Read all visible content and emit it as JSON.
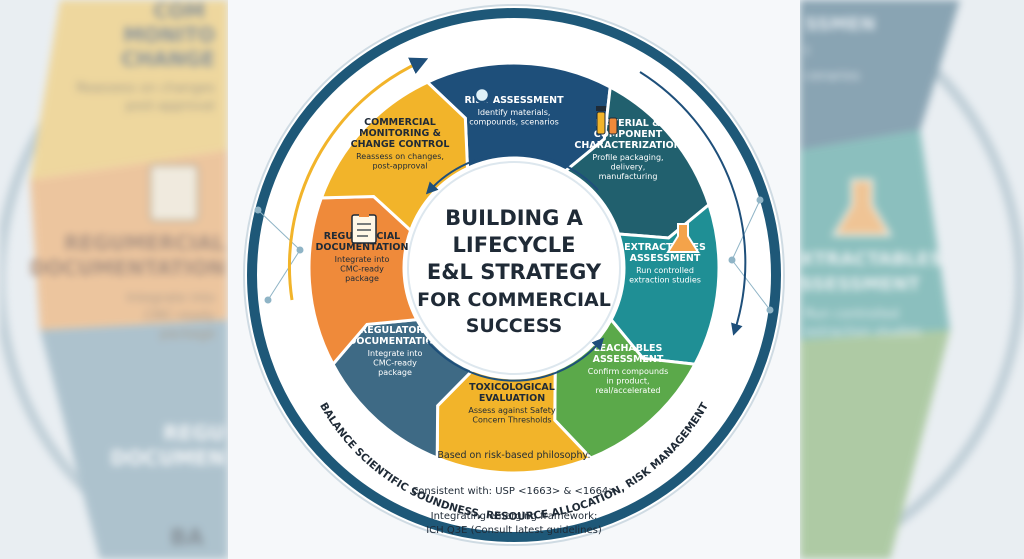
{
  "title": {
    "line1": "BUILDING A",
    "line2": "LIFECYCLE",
    "line3": "E&L STRATEGY",
    "line4": "FOR COMMERCIAL",
    "line5": "SUCCESS"
  },
  "segments": [
    {
      "title": [
        "RISK ASSESSMENT"
      ],
      "desc": [
        "Identify materials,",
        "compounds, scenarios"
      ]
    },
    {
      "title": [
        "MATERIAL &",
        "COMPONENT",
        "CHARACTERIZATION"
      ],
      "desc": [
        "Profile packaging,",
        "delivery,",
        "manufacturing"
      ]
    },
    {
      "title": [
        "EXTRACTABLES",
        "ASSESSMENT"
      ],
      "desc": [
        "Run controlled",
        "extraction studies"
      ]
    },
    {
      "title": [
        "LEACHABLES",
        "ASSESSMENT"
      ],
      "desc": [
        "Confirm compounds",
        "in product,",
        "real/accelerated"
      ]
    },
    {
      "title": [
        "TOXICOLOGICAL",
        "EVALUATION"
      ],
      "desc": [
        "Assess against Safety",
        "Concern Thresholds"
      ]
    },
    {
      "title": [
        "REGULATORY",
        "DOCUMENTATION"
      ],
      "desc": [
        "Integrate into",
        "CMC-ready",
        "package"
      ]
    },
    {
      "title": [
        "REGUMERCIAL",
        "DOCUMENTATION"
      ],
      "desc": [
        "Integrate into",
        "CMC-ready",
        "package"
      ]
    },
    {
      "title": [
        "COMMERCIAL",
        "MONITORING &",
        "CHANGE CONTROL"
      ],
      "desc": [
        "Reassess on changes,",
        "post-approval"
      ]
    }
  ],
  "arc_text": "BALANCE SCIENTIFIC SOUNDNESS, RESOURCE ALLOCATION, RISK MANAGEMENT",
  "bottom": {
    "philosophy": "Based on risk-based philosophy:",
    "consistent": "Consistent with: USP <1663> & <1664>",
    "emerging": "Integrating emerging framework:",
    "ich": "ICH Q3E (Consult latest guidelines)"
  },
  "side_left": {
    "lines1": [
      "COM",
      "MONITO",
      "CHANGE"
    ],
    "sub1": [
      "Reassess on changes",
      "post-approval"
    ],
    "lines2": [
      "REGUMERCIAL",
      "DOCUMENTATION"
    ],
    "sub2": [
      "Integrate into",
      "CMC-ready",
      "package"
    ],
    "lines3": [
      "REGU",
      "DOCUMEN"
    ],
    "bottom_word": "BA"
  },
  "side_right": {
    "lines1": [
      "SSMEN",
      "t",
      "cenarios"
    ],
    "lines2": [
      "XTRACTABLES",
      "SSESSMENT"
    ],
    "sub2": [
      "Run controlled",
      "extraction studies"
    ]
  },
  "colors": {
    "teal": "#1f8f95",
    "navy": "#1e4f7a",
    "dark_teal": "#21606e",
    "green": "#5ba94a",
    "yellow": "#f2b42a",
    "orange": "#ef8a3a",
    "slate": "#3e6a85"
  }
}
